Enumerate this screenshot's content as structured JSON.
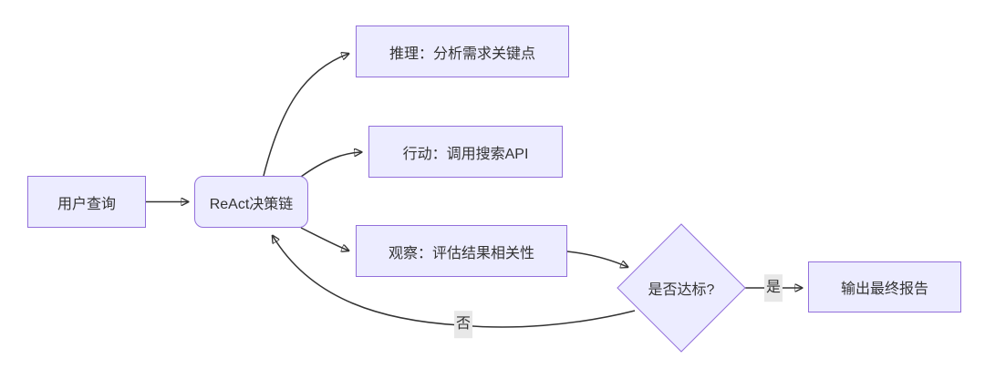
{
  "diagram": {
    "type": "flowchart",
    "direction": "left-to-right",
    "colors": {
      "background": "#ffffff",
      "node_fill": "#ECECFF",
      "node_border": "#9370DB",
      "edge_line": "#333333",
      "text": "#333333",
      "edge_label_background": "#e8e8e8"
    },
    "nodes": {
      "user_query": {
        "label": "用户查询",
        "shape": "rectangle"
      },
      "react_chain": {
        "label": "ReAct决策链",
        "shape": "rounded-rectangle"
      },
      "reasoning": {
        "label": "推理：分析需求关键点",
        "shape": "rectangle"
      },
      "action": {
        "label": "行动：调用搜索API",
        "shape": "rectangle"
      },
      "observation": {
        "label": "观察：评估结果相关性",
        "shape": "rectangle"
      },
      "decision": {
        "label": "是否达标?",
        "shape": "diamond"
      },
      "output": {
        "label": "输出最终报告",
        "shape": "rectangle"
      }
    },
    "edges": [
      {
        "from": "user_query",
        "to": "react_chain"
      },
      {
        "from": "react_chain",
        "to": "reasoning"
      },
      {
        "from": "react_chain",
        "to": "action"
      },
      {
        "from": "react_chain",
        "to": "observation"
      },
      {
        "from": "observation",
        "to": "decision"
      },
      {
        "from": "decision",
        "to": "output",
        "label": "是"
      },
      {
        "from": "decision",
        "to": "react_chain",
        "label": "否"
      }
    ],
    "edge_labels": {
      "yes": "是",
      "no": "否"
    }
  }
}
